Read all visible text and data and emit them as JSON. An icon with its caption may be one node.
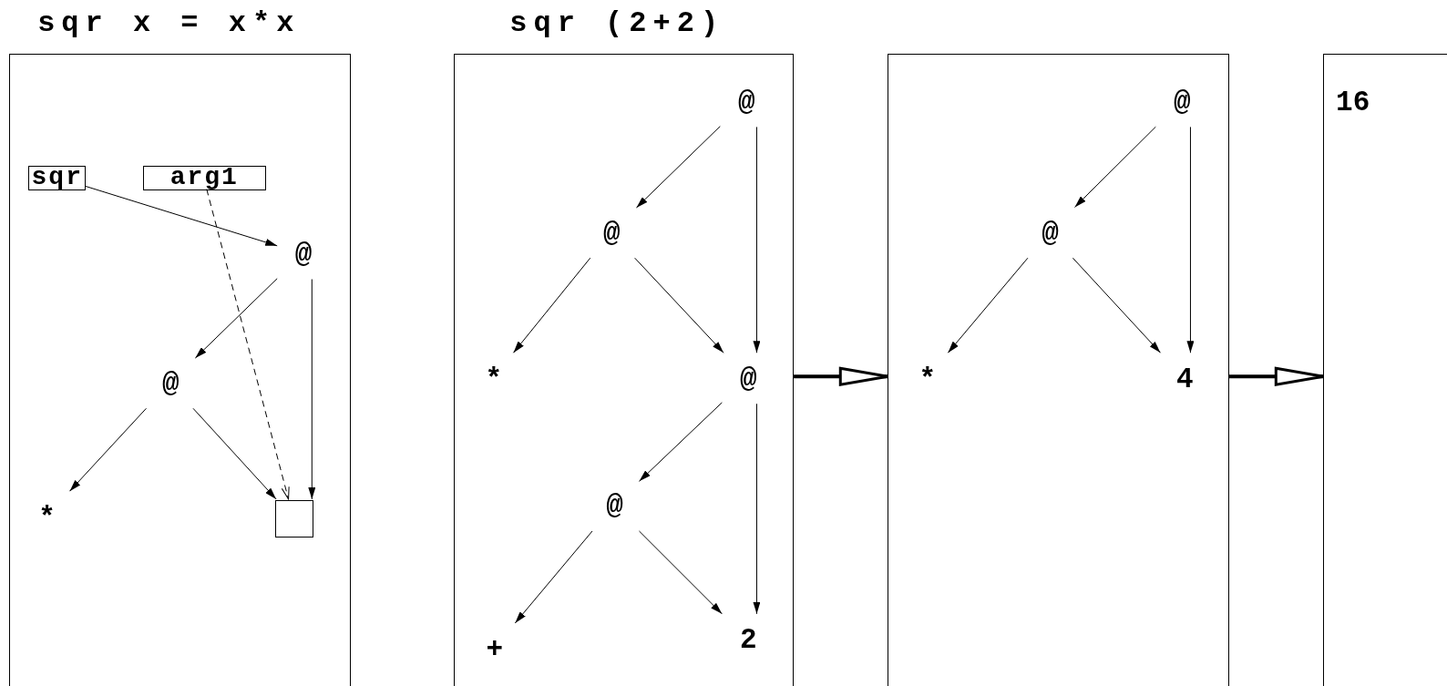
{
  "diagram": {
    "nodes": [
      {
        "text": [
          "sqr x = x*x"
        ]
      },
      {
        "text": [
          "sqr"
        ],
        "in": 0
      },
      {
        "text": [
          "arg1"
        ],
        "in": 0
      },
      {
        "text": [
          "@"
        ],
        "in": 0
      },
      {
        "text": [
          "@"
        ],
        "in": 0
      },
      {
        "text": [
          "*"
        ],
        "in": 0
      },
      {
        "text": [],
        "shape": "box",
        "in": 0
      },
      {
        "text": [
          "sqr (2+2)"
        ]
      },
      {
        "text": [
          "@"
        ],
        "in": 7
      },
      {
        "text": [
          "@"
        ],
        "in": 7
      },
      {
        "text": [
          "*"
        ],
        "in": 7
      },
      {
        "text": [
          "@"
        ],
        "in": 7
      },
      {
        "text": [
          "@"
        ],
        "in": 7
      },
      {
        "text": [
          "+"
        ],
        "in": 7
      },
      {
        "text": [
          "2"
        ],
        "in": 7
      },
      {
        "text": [],
        "shape": "box"
      },
      {
        "text": [
          "@"
        ],
        "in": 15
      },
      {
        "text": [
          "@"
        ],
        "in": 15
      },
      {
        "text": [
          "*"
        ],
        "in": 15
      },
      {
        "text": [
          "4"
        ],
        "in": 15
      },
      {
        "text": [],
        "shape": "box"
      },
      {
        "text": [
          "16"
        ],
        "in": 20
      }
    ],
    "edges": [
      {
        "from": 1,
        "to": 3,
        "arrow": "to"
      },
      {
        "from": 2,
        "to": 6,
        "arrow": "to",
        "style": "dashed"
      },
      {
        "from": 3,
        "to": 4,
        "arrow": "to"
      },
      {
        "from": 3,
        "to": 6,
        "arrow": "to"
      },
      {
        "from": 4,
        "to": 5,
        "arrow": "to"
      },
      {
        "from": 4,
        "to": 6,
        "arrow": "to"
      },
      {
        "from": 8,
        "to": 9,
        "arrow": "to"
      },
      {
        "from": 8,
        "to": 11,
        "arrow": "to"
      },
      {
        "from": 9,
        "to": 10,
        "arrow": "to"
      },
      {
        "from": 9,
        "to": 11,
        "arrow": "to"
      },
      {
        "from": 11,
        "to": 12,
        "arrow": "to"
      },
      {
        "from": 11,
        "to": 14,
        "arrow": "to"
      },
      {
        "from": 12,
        "to": 13,
        "arrow": "to"
      },
      {
        "from": 12,
        "to": 14,
        "arrow": "to"
      },
      {
        "from": 16,
        "to": 17,
        "arrow": "to"
      },
      {
        "from": 16,
        "to": 19,
        "arrow": "to"
      },
      {
        "from": 17,
        "to": 18,
        "arrow": "to"
      },
      {
        "from": 17,
        "to": 19,
        "arrow": "to"
      },
      {
        "from": 7,
        "to": 15,
        "arrow": "to",
        "style": "thick"
      },
      {
        "from": 15,
        "to": 20,
        "arrow": "to",
        "style": "thick"
      }
    ]
  }
}
